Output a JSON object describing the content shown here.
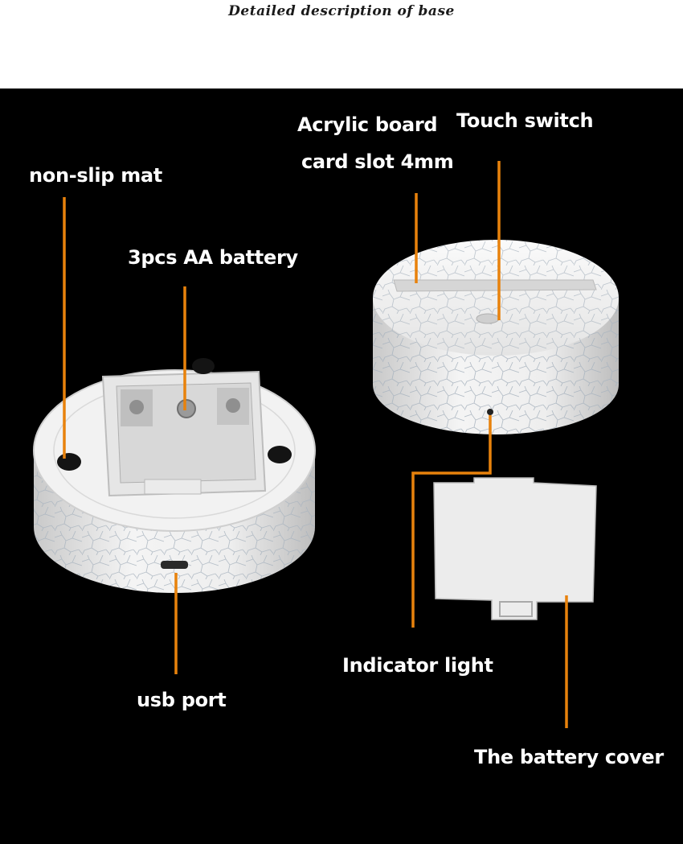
{
  "title": "Detailed description of base",
  "labels": {
    "non_slip_mat": "non-slip mat",
    "battery": "3pcs AA battery",
    "acrylic_line1": "Acrylic board",
    "acrylic_line2": "card slot 4mm",
    "touch_switch": "Touch switch",
    "usb_port": "usb port",
    "indicator_light": "Indicator light",
    "battery_cover": "The battery cover"
  },
  "colors": {
    "background": "#000000",
    "leader_line": "#e8820c",
    "label_text": "#ffffff"
  }
}
